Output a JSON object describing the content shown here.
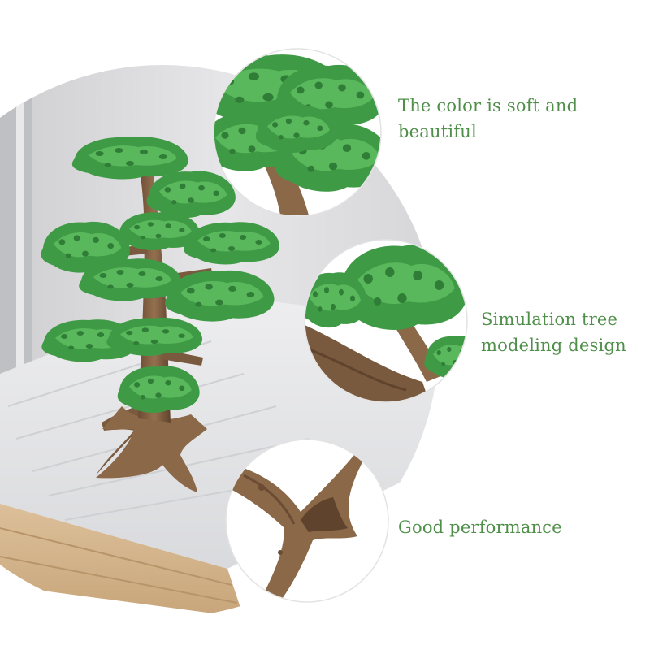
{
  "features": [
    {
      "label": "The color is soft and beautiful"
    },
    {
      "label": "Simulation tree modeling design"
    },
    {
      "label": "Good performance"
    }
  ],
  "colors": {
    "feature_text": "#4f8f4a",
    "foliage": "#3f9a45",
    "trunk": "#7a5a3e",
    "backdrop": "#dcdcde",
    "tabletop": "#e4e5e7",
    "wood": "#d3b38a"
  }
}
